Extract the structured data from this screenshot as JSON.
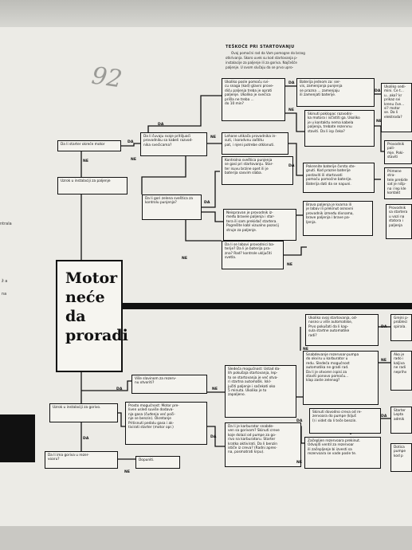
{
  "header": {
    "heading": "TEŠKOĆE PRI STARTOVANJU",
    "intro_lines": [
      "Ovaj pomoćni rad da Vam pomogne do brzog",
      "otkrivanja. Skoro uvek su kod startovanja p-",
      "instalacije za paljenje ili za goriva. Najčešće",
      "paljenje. U ovom slučaju da se prvo upro-"
    ],
    "pencil_mark": "92"
  },
  "title_block": {
    "lines": [
      "Motor",
      "neće",
      "da",
      "proradi"
    ]
  },
  "edge_text": {
    "left_1": "ntrala",
    "left_2": "ž a",
    "left_3": "na"
  },
  "labels": {
    "da": "DA",
    "ne": "NE"
  },
  "boxes": {
    "starter_q": "Da li starter okreće motor",
    "ignition_fault": "Uzrok u instalaciji za paljenje",
    "wet_plugs": "Ukoliko posle pomoću svi-\ncu snaga (kod) glavni prove-\ndiću paljenja treba je oprati\npaljenje. Ukoliko je svećica\nprišla ne treba ...\ndo 10 min?",
    "spark_q": "Da li čuvaju svaje pritiljuaći\nprovodniku sa kabeli razvod-\nnika svećicama?",
    "contacts_q": "Da li gori zelena sveštica za\nkontrolu punjenja?",
    "points": "Kontrolna sveštica punjenja\nse gasi pri startovanju. Star-\nter isuvu brzine opet ili je\nbaterija sasvim slaba.",
    "insulation": "Lehane utikača provodnika in-\nsuti, i korodvnu zaštitu\npat, i njeni potrebe otklonuti.",
    "sparking_nl": "Neispravan je provodnik iz-\nmeđu bravee paljenja i star-\ntera ili sam prekidač startera.\nPogrešite kabl vizualno pozocij\nstruje za paljenje.",
    "cable_q": "Da li se labavi provodnici ba-\nterije? Da li je baterija pra-\nzna? Rad? kontrole uključiti\nsvetla.",
    "battery_weak": "Baterija jednom za: ser-\nvis, zamenjanja punjenja\nse prazna ... zamenjaju\nili zamenjati baterije.",
    "clean_plugs": "Skinuti poklopac razvodni-\nka motora i isčistiti ga. Ukoliko\nje u kontaktu nema kabela\npaljenja, trebate rezervnu\nstaviti. Da li isp čeka?",
    "battery_charge": "Pokrenite baterije čvrsto ste-\ngnuti. Kod prazne baterije\npostaviti ili startovati\npomoću pomoćne baterije.\nBaterija dati da se napuni.",
    "fuse": "Brava paljenja je kvarna ili\nje labav ili prekinut osnovni\nprovodnik između divnama,\nbrave paljenja i brave pa-\nljenja.",
    "fuel_fault": "Uzrok u instalaciji za gorivo.",
    "fuel_q": "Da li ima goriva u rezer-\nvoaru?",
    "fuel_empty": "Dopuniti.",
    "choke": "Više slavinom za rezerv-\nnu otvoriti?",
    "filter": "Prosto mogućnost: Motor pre-\nliven usled suviše dodava-\nnja gasa (čuđenja već poči-\nnje se benzin). Okretanje\nPritisnuti pedalu gasa i ak-\ntivirati starter (motor opr.)",
    "float": "Sledeća mogućnost: Ustad da-\nlih pokušaja startovanja, lep-\nto se startovanja je već otva-\nri startna automatik. Iskl-\njučiti paljenje i sačekati oko\n5 minuta. Ukoliko je to\nzapaljeno.",
    "pump_q": "Da li je karburator snabde-\nven sa gorivom? Skinuti creve\nkoje dolazi od pumpe za go-\nrivo na karburatoru. Starter\nkratko aktivirati. Da li benzin\nističe iz creva? (Radni apres-\nna, posmatrati krpu).",
    "auto_start": "Ukoliko ovaj startovanja, od-\nnosno u više automatske,\nPrvo pokušati da li kap-\nsula startne automatike\nradi?",
    "pump_deliver": "Snabdevanje rezervoar-pumpa\ndo okviru u karburator u\nredu. Sledeća mogućnost\nautomatika ne gradi rad.\nDa li je otvoren ispisi za\nstaviti ponovo pomoću...\nklap zaste zelenog?",
    "fuel_line": "Skinuti dovodno creva od re-\nzervoara do pumpe (kljuš\nl) i videt da li teče benzin.",
    "pipe_block": "Začepljen rezervoara prekinut.\nOdvojiti ventil za rezervoar\nili začepljenje bi izvesti sa\nrezervoara se vade posle te.",
    "right_1": "Grejni p-\nprobleci\nspirala.",
    "right_2": "Ako je\nrado i\nkaljiva\nne radi\nneprihv",
    "right_3": "Starter\nLepta\nadmik",
    "right_4": "Dotica\npumpe\nkod p",
    "far_r1": "Ukoliko sedi-\nmini. Če t...\nu...ako? kr\nprikaz svi\nkrenu čve...\nsi? motor\nse. Da li\nelektroda?",
    "far_r2": "Provodnik pali-\nmje. Poki-\nstaviti",
    "far_r3": "Primene stra-\ntele prekide\nsat je nišp-\nna i lep kle\nkontakt",
    "far_r4": "Provodnik\nsa startera\nu vozi na\nstatora i\npaljenja"
  }
}
